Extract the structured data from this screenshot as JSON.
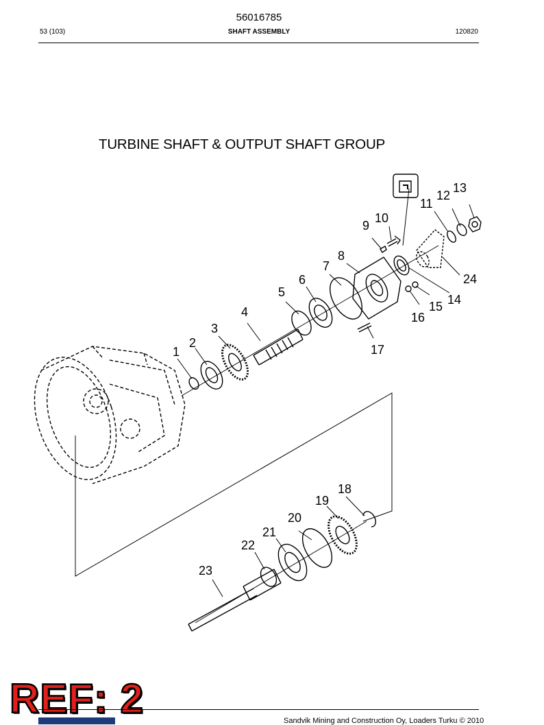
{
  "header": {
    "doc_number": "56016785",
    "page_ref": "53 (103)",
    "section_title": "SHAFT ASSEMBLY",
    "code": "120820"
  },
  "diagram": {
    "title": "TURBINE SHAFT & OUTPUT SHAFT GROUP",
    "callouts": [
      "1",
      "2",
      "3",
      "4",
      "5",
      "6",
      "7",
      "8",
      "9",
      "10",
      "11",
      "12",
      "13",
      "14",
      "15",
      "16",
      "17",
      "18",
      "19",
      "20",
      "21",
      "22",
      "23",
      "24"
    ]
  },
  "stamp": {
    "label": "REF: 2"
  },
  "footer": {
    "copyright": "Sandvik Mining and Construction Oy, Loaders Turku © 2010"
  }
}
